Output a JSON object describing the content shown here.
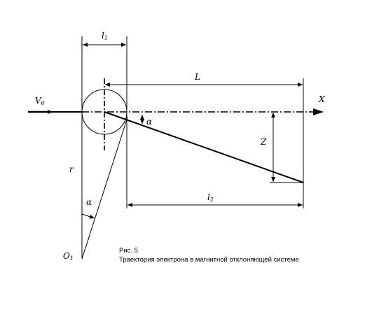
{
  "labels": {
    "v0": "V",
    "v0_sub": "0",
    "x_axis": "X",
    "l1": "l",
    "l1_sub": "1",
    "L": "L",
    "l2": "l",
    "l2_sub": "2",
    "Z": "Z",
    "r": "r",
    "alpha_top": "α",
    "alpha_bottom": "α",
    "o1": "O",
    "o1_sub": "1"
  },
  "caption": {
    "line1": "Рис. 5",
    "line2": "Траектория электрона в магнитной отклоняющей системе"
  }
}
